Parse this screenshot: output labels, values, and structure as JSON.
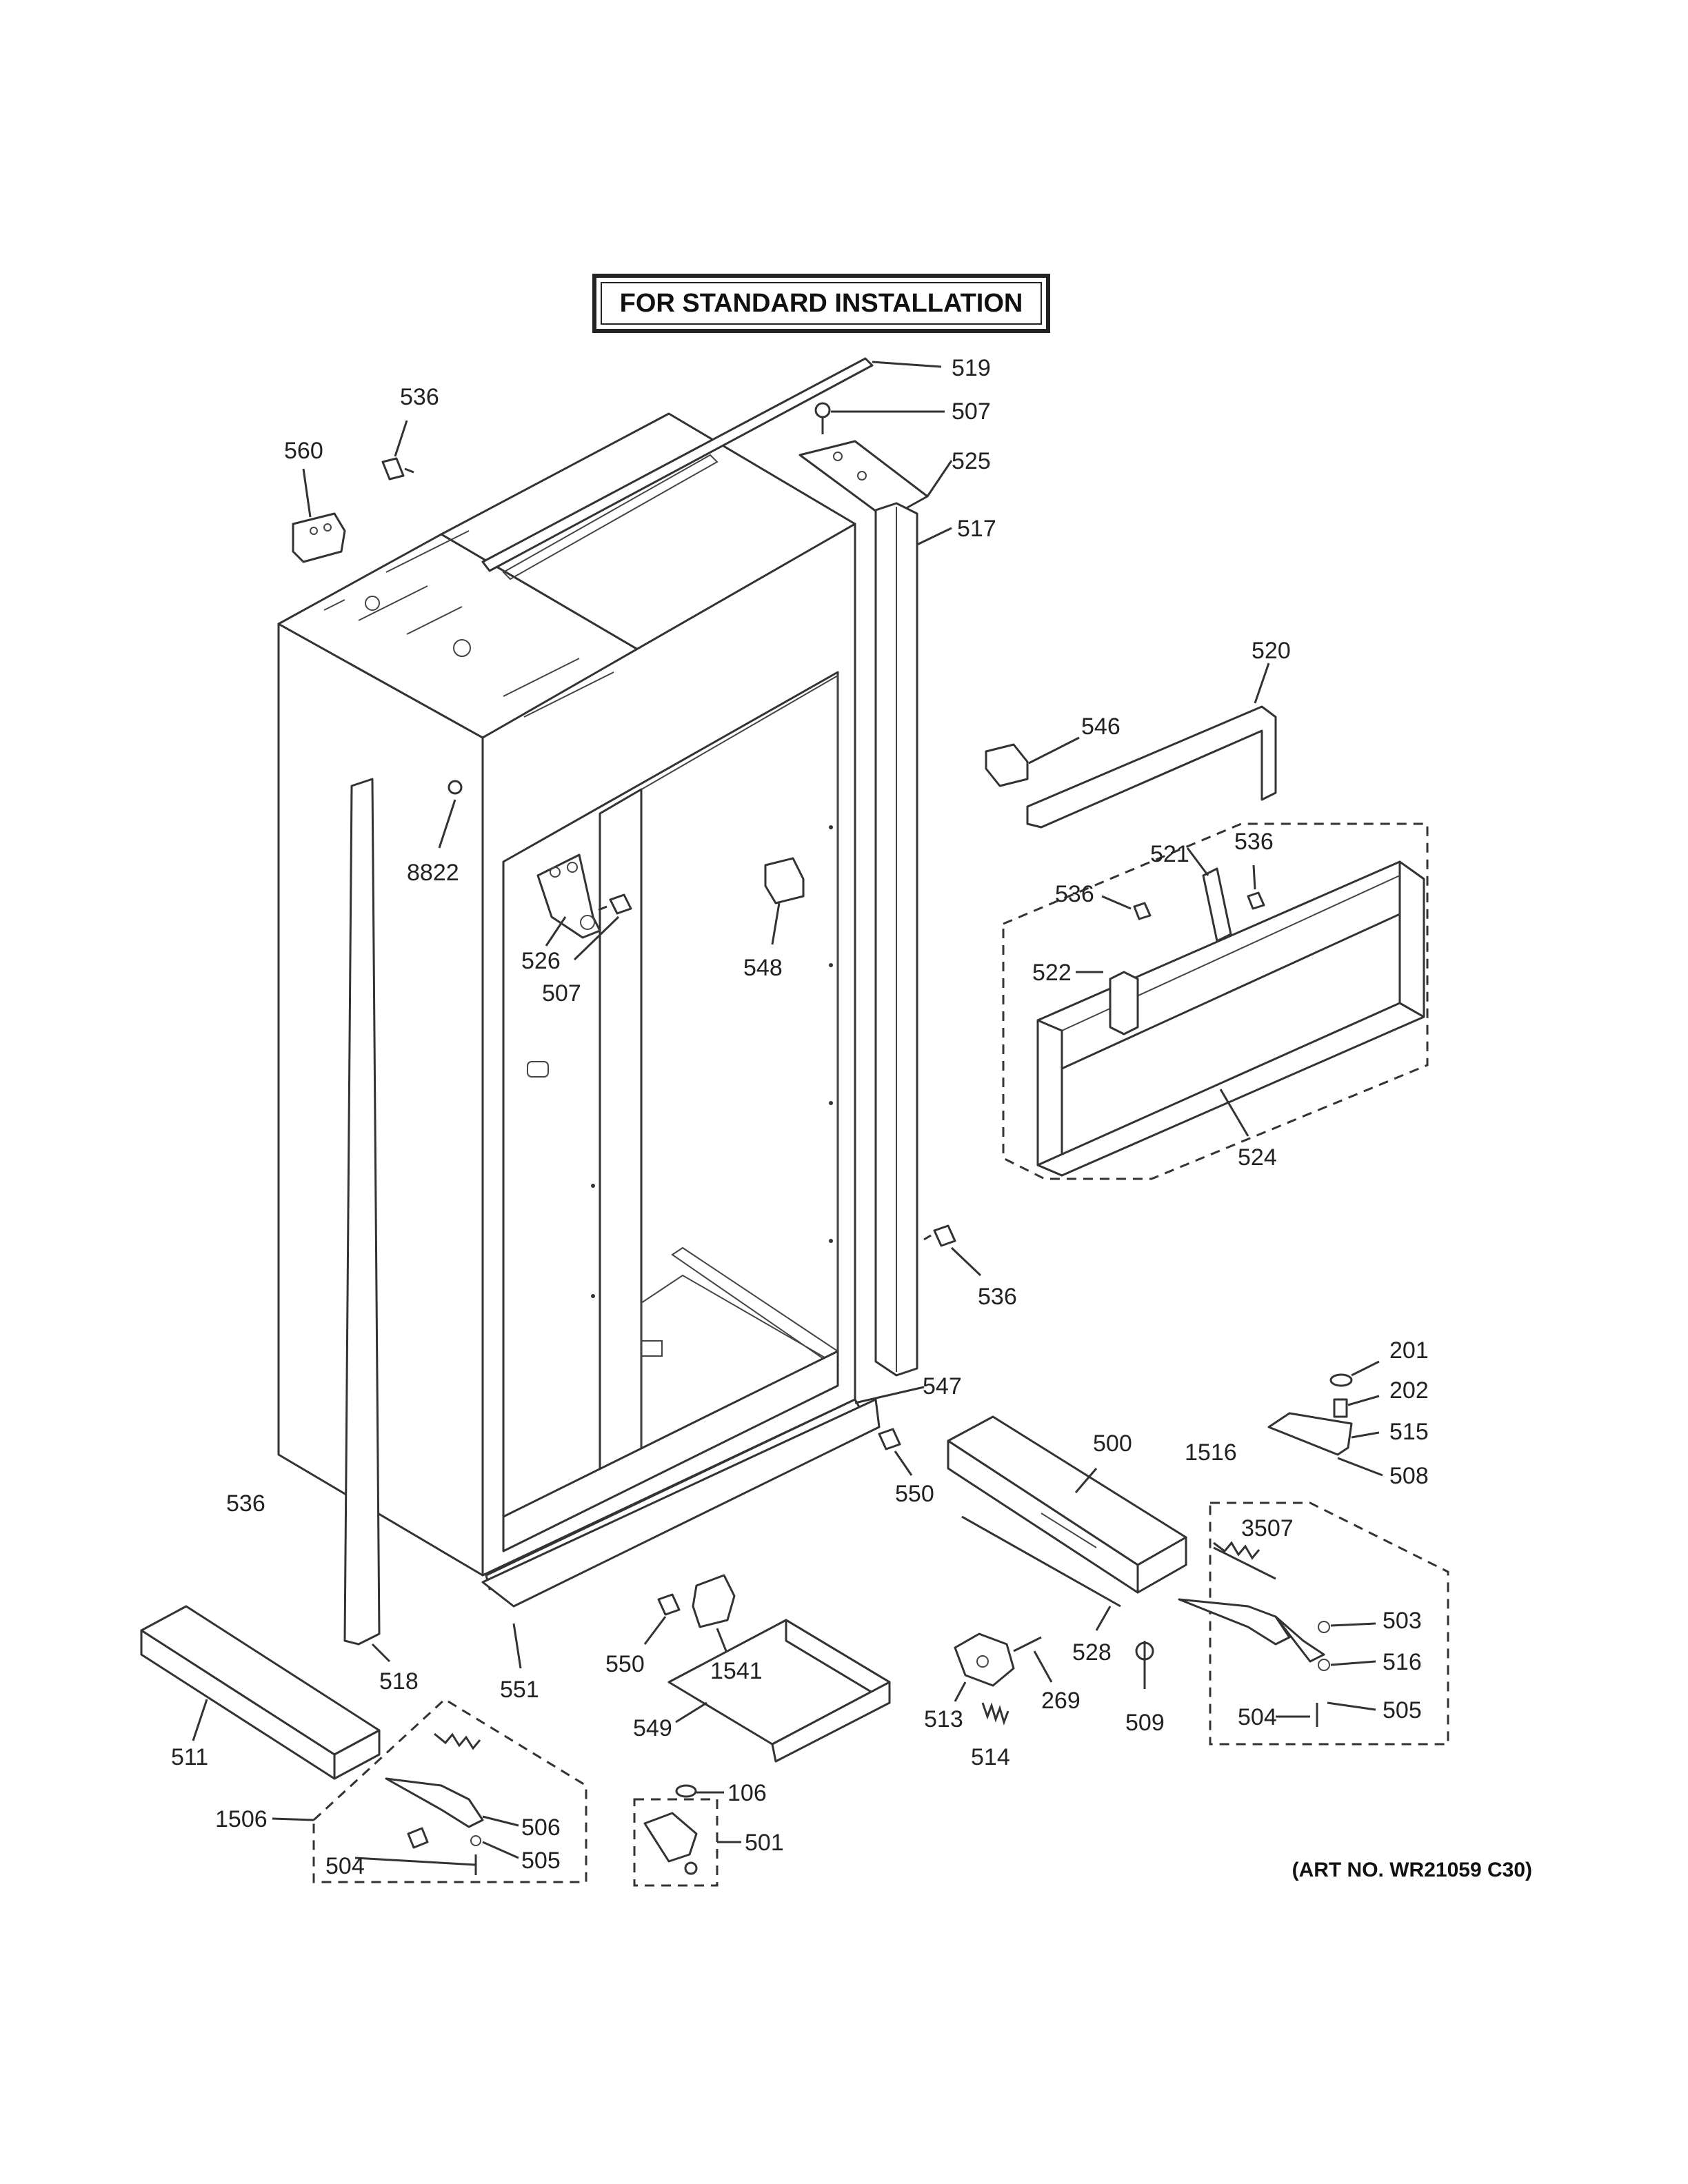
{
  "title": "FOR STANDARD INSTALLATION",
  "art_number": "(ART NO. WR21059 C30)",
  "callouts": {
    "c519": "519",
    "c507a": "507",
    "c525": "525",
    "c517": "517",
    "c536a": "536",
    "c560": "560",
    "c520": "520",
    "c546": "546",
    "c8822": "8822",
    "c526": "526",
    "c507b": "507",
    "c548": "548",
    "c521": "521",
    "c536b": "536",
    "c536c": "536",
    "c522": "522",
    "c524": "524",
    "c536d": "536",
    "c201": "201",
    "c202": "202",
    "c515": "515",
    "c508": "508",
    "c547": "547",
    "c550a": "550",
    "c500": "500",
    "c1516": "1516",
    "c536e": "536",
    "c3507": "3507",
    "c503": "503",
    "c516": "516",
    "c528": "528",
    "c505a": "505",
    "c504a": "504",
    "c509": "509",
    "c269": "269",
    "c513": "513",
    "c514": "514",
    "c518": "518",
    "c551": "551",
    "c550b": "550",
    "c1541": "1541",
    "c549": "549",
    "c511": "511",
    "c506": "506",
    "c1506": "1506",
    "c505b": "505",
    "c504b": "504",
    "c106": "106",
    "c501": "501"
  }
}
